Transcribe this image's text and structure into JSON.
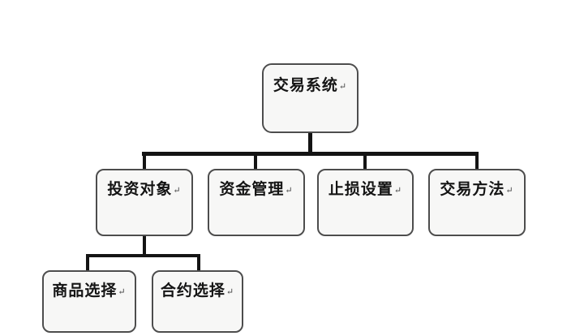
{
  "colors": {
    "background": "#ffffff",
    "connector": "#141414",
    "box_border": "#4d4d4d",
    "box_fill": "#f7f7f6",
    "text": "#141414"
  },
  "nodes": {
    "root": {
      "label": "交易系统",
      "mark": "↵"
    },
    "investment_target": {
      "label": "投资对象",
      "mark": "↵"
    },
    "fund_management": {
      "label": "资金管理",
      "mark": "↵"
    },
    "stop_loss_setting": {
      "label": "止损设置",
      "mark": "↵"
    },
    "trading_method": {
      "label": "交易方法",
      "mark": "↵"
    },
    "commodity_selection": {
      "label": "商品选择",
      "mark": "↵"
    },
    "contract_selection": {
      "label": "合约选择",
      "mark": "↵"
    }
  }
}
